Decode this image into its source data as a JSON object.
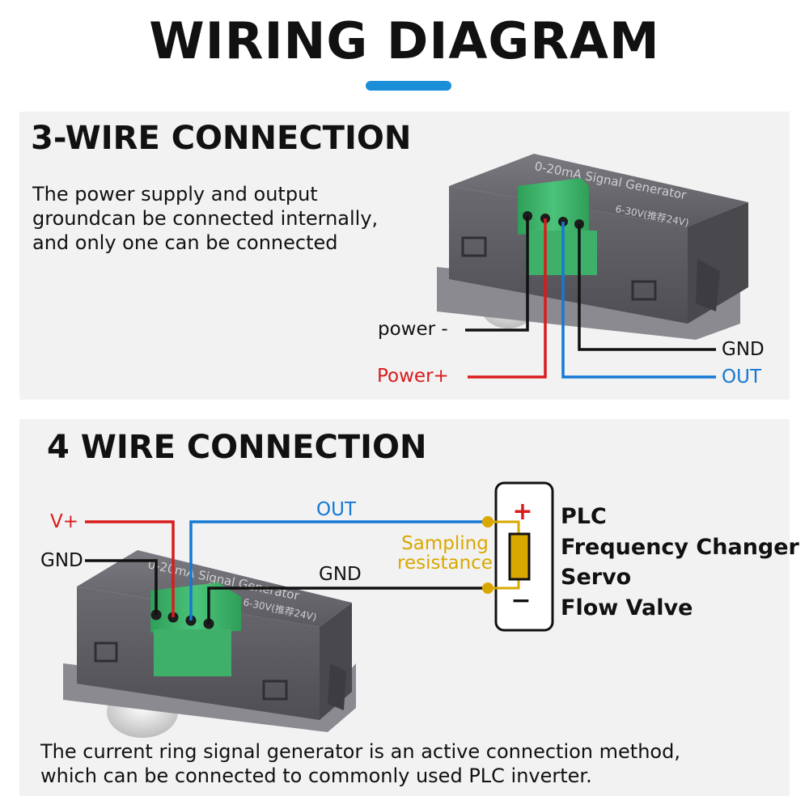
{
  "header": {
    "title": "WIRING DIAGRAM",
    "accent_color": "#1a8fd8"
  },
  "section_3wire": {
    "title": "3-WIRE CONNECTION",
    "description_lines": [
      "The power supply and output",
      "groundcan be connected internally,",
      "and only one can be connected"
    ],
    "device_label": "0-20mA Signal Generator",
    "device_spec": "6-30V(推荐24V)",
    "wires": {
      "power_minus": "power -",
      "power_plus": "Power+",
      "gnd": "GND",
      "out": "OUT"
    }
  },
  "section_4wire": {
    "title": "4 WIRE CONNECTION",
    "device_label": "0-20mA Signal Generator",
    "device_spec": "6-30V(推荐24V)",
    "wires": {
      "v_plus": "V+",
      "gnd_left": "GND",
      "out": "OUT",
      "gnd_mid": "GND"
    },
    "sampling_resistance": [
      "Sampling",
      "resistance"
    ],
    "plus_sign": "+",
    "minus_sign": "−",
    "devices": [
      "PLC",
      "Frequency Changer",
      "Servo",
      "Flow Valve"
    ],
    "note_lines": [
      "The current ring signal generator is an active connection method,",
      "which can be connected to commonly used PLC inverter."
    ]
  },
  "colors": {
    "red_wire": "#d91c1c",
    "blue_wire": "#1479d4",
    "black_wire": "#111111",
    "gold_resistor": "#d9a800",
    "terminal_green": "#3db369",
    "device_body": "#5b5b60"
  }
}
